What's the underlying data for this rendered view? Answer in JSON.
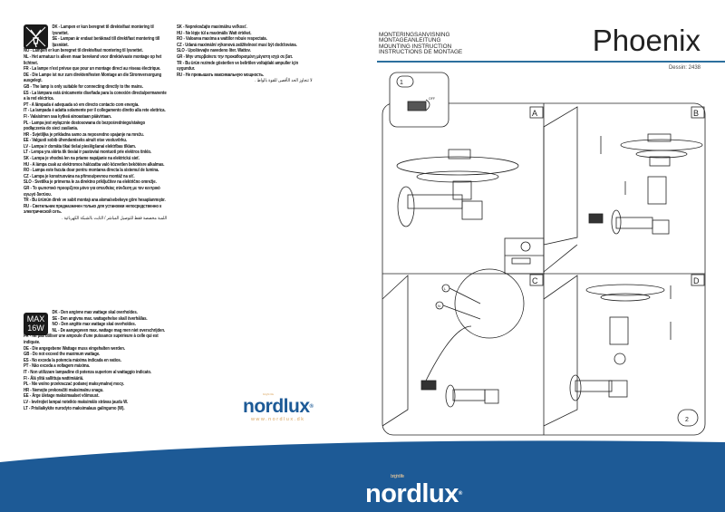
{
  "header": {
    "subtitles": [
      "MONTERINGSANVISNING",
      "MONTAGEANLEITUNG",
      "MOUNTING INSTRUCTION",
      "INSTRUCTIONS DE MONTAGE"
    ],
    "product_title": "Phoenix",
    "drawing_number": "Dessin: 2438"
  },
  "mounting_notice": [
    "DK - Lampen er kun beregnet til direkte/fast montering til lysnettet.",
    "SE - Lampan är endast beräknad till direkt/fast montering till ljusnätet.",
    "NO - Lampen er kun beregnet til direkte/fast montering til lysnettet.",
    "NL - Het armatuur is alleen maar berekend voor direkte/vaste montage op het lichtnet.",
    "FR - La lampe n'est prévue que pour un montage direct au réseau électrique.",
    "DE - Die Lampe ist nur zum direkten/festen Montage an die Stromversorgung ausgelegt.",
    "GB - The lamp is only suitable for connecting directly to the mains.",
    "ES - La lámpara está únicamente diseñada para la conexión directa/permanente a la red eléctrica.",
    "PT - A lâmpada é adequada só em directo contacto com energia.",
    "IT - La lampada è adatta solamente per il collegamento diretto alla rete elettrica.",
    "FI - Valaisimen saa kytkeä ainoastaan päävirtaan.",
    "PL - Lampa jest wyłącznie dostosowana do bezpośredniego/stałego podłączenia do sieci zasilania.",
    "HR - Svjetiljka je prikladna samo za neposredno spajanje na mrežu.",
    "EE - Valgusti sobib ühendamiseks ainult otse vooluvõrku.",
    "LV - Lampa ir domāta tikai tiešai pieslēgšanai elektrības tīklam.",
    "LT - Lempa yra skirta tik tiesiai ir pastoviai montuoti prie elektros tinklo.",
    "SK - Lampa je vhodná len na priame napájanie na elektrickú sieť.",
    "HU - A lámpa csak az elektromos hálózatba való közvetlen bekötésre alkalmas.",
    "RO - Lampa este facuta doar pentru montarea directa la sistemul de lumina.",
    "CZ - Lampa je konstruována na přímou/pevnou montáž na síť.",
    "SLO - Svetilka je primerna le za direktno priključitev na električno omrežje.",
    "GR - Το φωτιστικό προορίζεται μόνο για απευθείας σύνδεση με τον κεντρικό αγωγό δικτύου.",
    "TR - Bu ürünün direk ve sabit montajı ana akıma/sebekeye göre hesaplanmıştır.",
    "RU - Светильник предназначен только для установки непосредственно к электрической сеть.",
    "اللمبة مخصصة فقط للتوصيل المباشر / الثابت بالشبكة الكهربائية ."
  ],
  "wattage_notice": [
    "DK - Den angivne max wattage skal overholdes.",
    "SE - Den angivna max. wattagehelse skall överhållas.",
    "NO - Den angitte max wattage skal overholdes.",
    "NL - De aangegeven max. wattage mag men niet overschrijden.",
    "FR - Ne pas utiliser une ampoule d'une puissance supérieure à celle qui est indiquée.",
    "DE - Die angegebene Wattage muss eingehalten werden.",
    "GB - Do not exceed the maximum wattage.",
    "ES - No exceda la potencia máxima indicada en vatios.",
    "PT - Não exceda a voltagem máxima.",
    "IT - Non utilizzare lampadine di potenza superiore al wattaggio indicato.",
    "FI - Älä ylitä sallittuja wattimääriä.",
    "PL - Nie wolno przekraczać podanej maksymalnej mocy.",
    "HR - Nemojte prekoračiti maksimalnu snagu.",
    "EE - Ärge ületage maksimaalset võimsust.",
    "LV - Ievērojiet lampai noteikto maksimālo strāvas jaudu W.",
    "LT - Prisilaikykite nurodyto maksimalaus galingumo (W).",
    "SK - Neprekračajte maximálnu veľkosť.",
    "HU - Ne lépje túl a maximális Watt értéket.",
    "RO - Valoarea maxima a wattilor rebuie respectata.",
    "CZ - Udaná maximální výkonová zatížitelnost musí být dodržována.",
    "SLO - Upoštevajte navedeno liter. Wattov.",
    "GR - Μην υπερβαίνετε την προκαθορισμένη μέγιστη ισχύ σε βατ.",
    "TR - Bu ürün rezimde gösterilen ve belirtilen voltajdaki ampuller için uygundur.",
    "RU - Не превышать максимальную мощность.",
    "لا تتجاوز الحد الأقصى للقوة بالواط ."
  ],
  "max_badge": [
    "MAX",
    "16W"
  ],
  "steps": {
    "step1": "1",
    "step2": "2",
    "off_label": "OFF",
    "panels": [
      "A",
      "B",
      "C",
      "D"
    ],
    "wire_l": "L",
    "wire_n": "N"
  },
  "brand": {
    "name": "nordlux",
    "tagline": "bright life",
    "url": "www.nordlux.dk",
    "reg": "®"
  },
  "colors": {
    "brand_blue": "#1d5a96",
    "accent_orange": "#d9a35b",
    "rule_blue": "#2c6f9e"
  }
}
